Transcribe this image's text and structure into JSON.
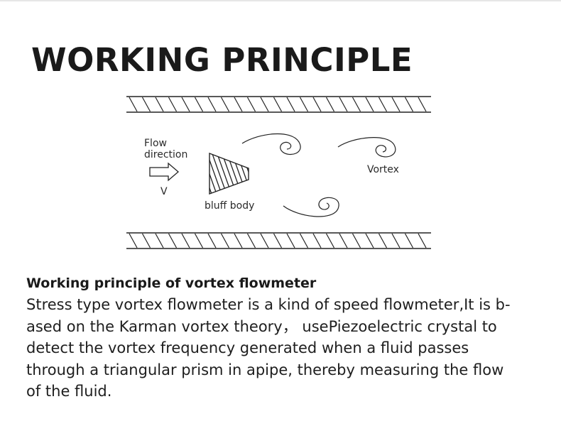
{
  "title": "WORKING PRINCIPLE",
  "diagram": {
    "labels": {
      "flow_line1": "Flow",
      "flow_line2": "direction",
      "velocity": "V",
      "bluff_body": "bluff body",
      "vortex": "Vortex"
    }
  },
  "section": {
    "heading": "Working principle of vortex flowmeter",
    "body_lines": [
      "Stress type vortex flowmeter is a kind of speed flowmeter,It is b-",
      "ased on the Karman vortex theory， usePiezoelectric crystal to",
      "detect the vortex frequency generated when a fluid passes",
      "through a triangular prism in apipe, thereby measuring the flow",
      "of the fluid."
    ]
  }
}
